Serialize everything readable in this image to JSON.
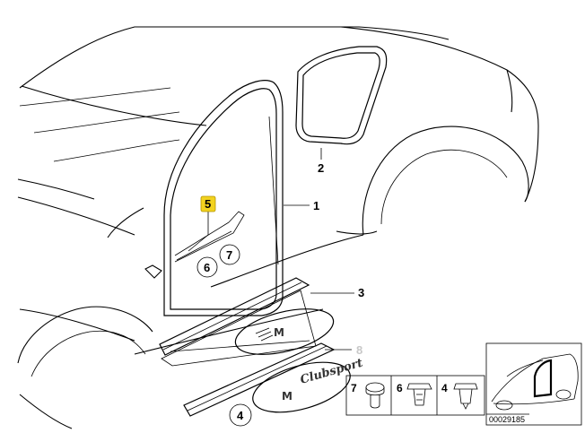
{
  "callouts": {
    "c1": "1",
    "c2": "2",
    "c3": "3",
    "c4": "4",
    "c5": "5",
    "c6": "6",
    "c7": "7",
    "c8": "8"
  },
  "badges": {
    "m_badge": "M",
    "clubsport_script": "Clubsport",
    "m_badge_small": "M"
  },
  "parts_box": {
    "labels": [
      "7",
      "6",
      "4"
    ]
  },
  "inset": {
    "reference_code": "00029185"
  },
  "colors": {
    "highlight": "#f2d21f",
    "line": "#000000",
    "faded_callout": "#c8c8c8"
  }
}
